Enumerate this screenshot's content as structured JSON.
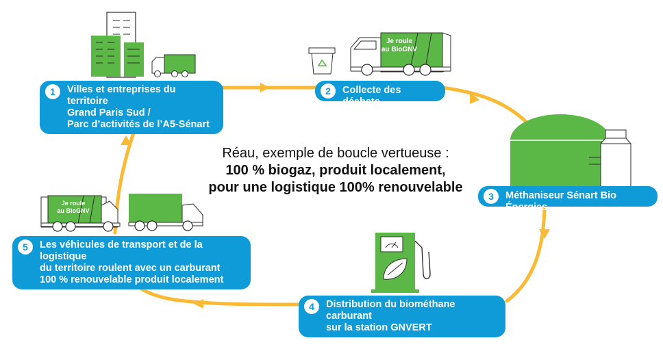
{
  "center": {
    "intro": "Réau, exemple de boucle vertueuse :",
    "line1": "100 % biogaz, produit localement,",
    "line2": "pour une logistique 100% renouvelable"
  },
  "steps": [
    {
      "number": "1",
      "lines": [
        "Villes et entreprises du territoire",
        "Grand Paris Sud /",
        "Parc d’activités de l’A5-Sénart"
      ]
    },
    {
      "number": "2",
      "lines": [
        "Collecte des déchets"
      ]
    },
    {
      "number": "3",
      "lines": [
        "Méthaniseur Sénart Bio Énergies"
      ]
    },
    {
      "number": "4",
      "lines": [
        "Distribution du biométhane carburant",
        "sur la station GNVERT"
      ]
    },
    {
      "number": "5",
      "lines": [
        "Les véhicules de transport et de la logistique",
        "du territoire roulent avec un carburant",
        "100 % renouvelable produit localement"
      ]
    }
  ],
  "truck_slogan": [
    "Je roule",
    "au BioGNV"
  ],
  "colors": {
    "blue": "#0f9bd7",
    "green": "#5cb846",
    "orange": "#fbb934",
    "dark": "#2b2b2b"
  }
}
